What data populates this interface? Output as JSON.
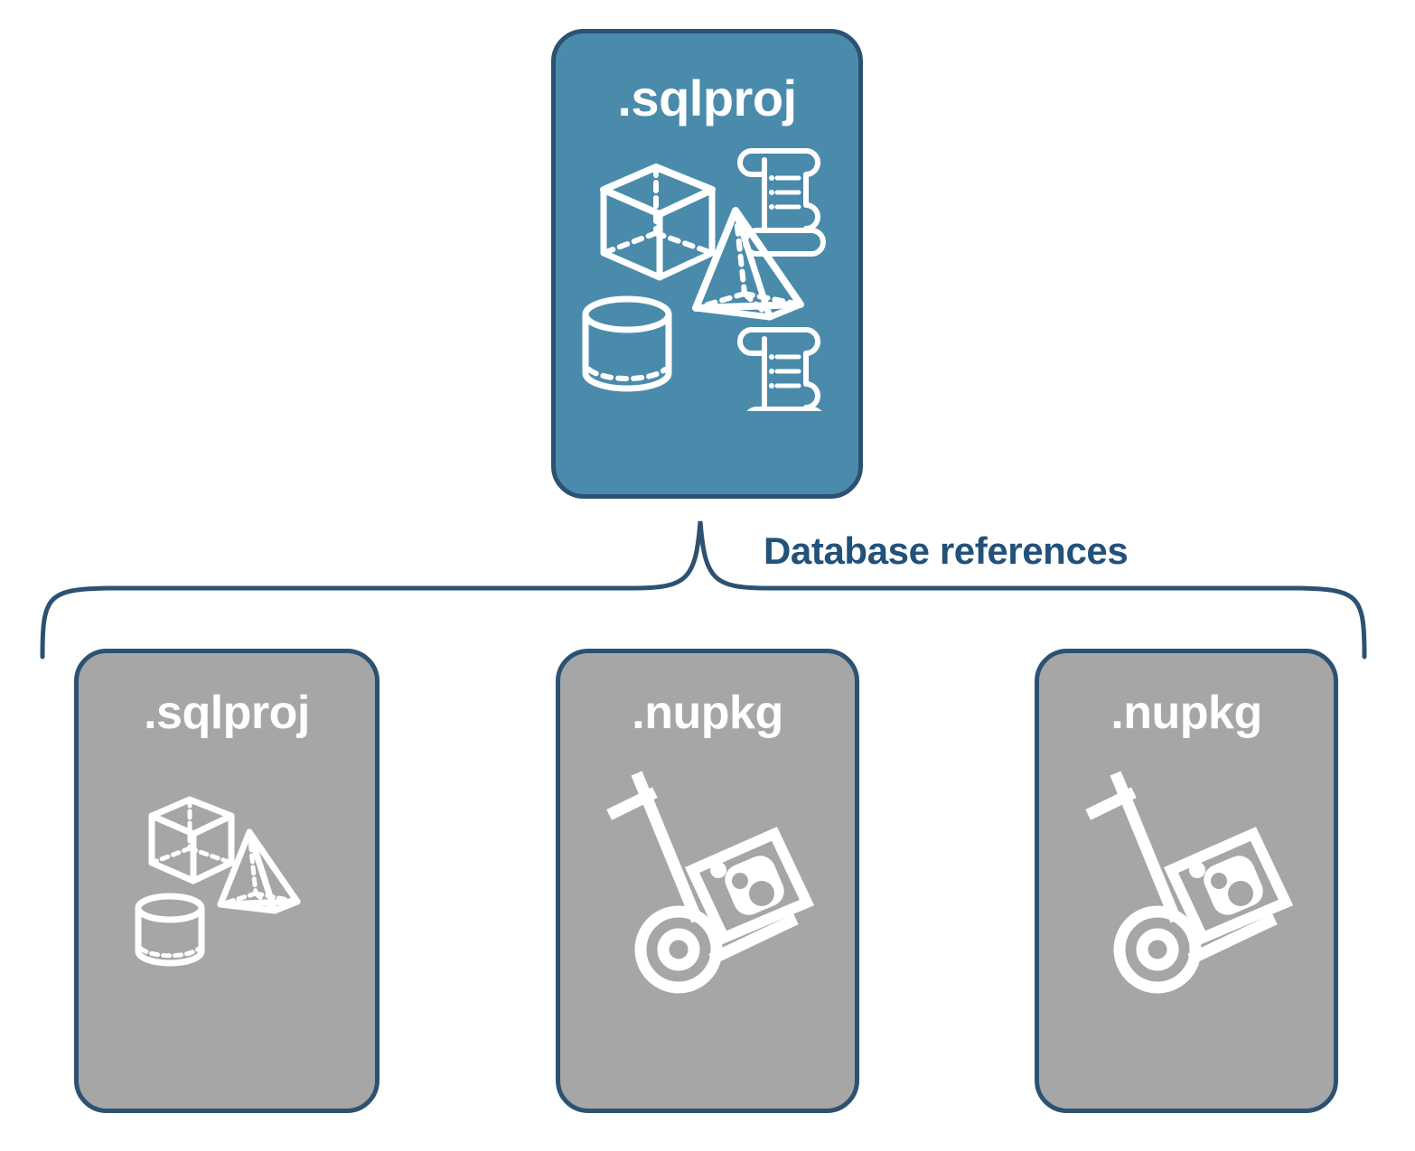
{
  "diagram": {
    "title_node": {
      "label": ".sqlproj",
      "type": "sql-database-project",
      "fill_color": "#4A8BAC",
      "border_color": "#2B5273",
      "icons": [
        "cube-icon",
        "pyramid-icon",
        "cylinder-icon",
        "script-scroll-icon",
        "script-scroll-icon"
      ]
    },
    "connector": {
      "label": "Database references",
      "label_color": "#22517A",
      "style": "curly-brace-bracket",
      "stroke_color": "#2B5273"
    },
    "reference_nodes": [
      {
        "label": ".sqlproj",
        "type": "sql-database-project",
        "fill_color": "#A6A6A6",
        "border_color": "#2B5273",
        "icons": [
          "cube-icon",
          "pyramid-icon",
          "cylinder-icon"
        ]
      },
      {
        "label": ".nupkg",
        "type": "nuget-package",
        "fill_color": "#A6A6A6",
        "border_color": "#2B5273",
        "icons": [
          "hand-truck-package-icon"
        ]
      },
      {
        "label": ".nupkg",
        "type": "nuget-package",
        "fill_color": "#A6A6A6",
        "border_color": "#2B5273",
        "icons": [
          "hand-truck-package-icon"
        ]
      }
    ]
  }
}
